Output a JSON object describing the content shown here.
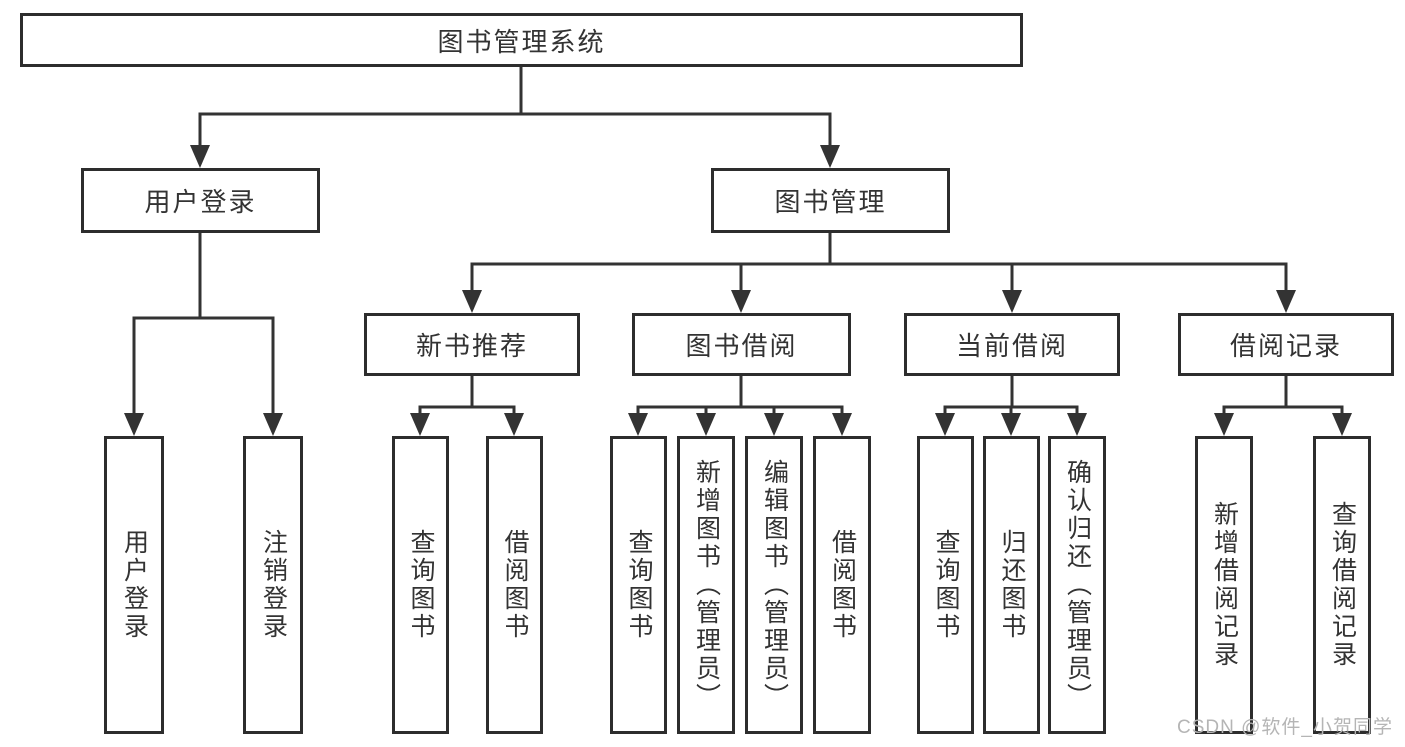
{
  "colors": {
    "line": "#333333",
    "box_border": "#2d2d2d",
    "text": "#333333",
    "watermark": "#b5b5b5",
    "background": "#ffffff"
  },
  "diagram": {
    "root": {
      "label": "图书管理系统"
    },
    "branches": [
      {
        "label": "用户登录",
        "children": [
          {
            "label": "用户登录"
          },
          {
            "label": "注销登录"
          }
        ]
      },
      {
        "label": "图书管理",
        "children": [
          {
            "label": "新书推荐",
            "children": [
              {
                "label": "查询图书"
              },
              {
                "label": "借阅图书"
              }
            ]
          },
          {
            "label": "图书借阅",
            "children": [
              {
                "label": "查询图书"
              },
              {
                "label": "新增图书（管理员）"
              },
              {
                "label": "编辑图书（管理员）"
              },
              {
                "label": "借阅图书"
              }
            ]
          },
          {
            "label": "当前借阅",
            "children": [
              {
                "label": "查询图书"
              },
              {
                "label": "归还图书"
              },
              {
                "label": "确认归还（管理员）"
              }
            ]
          },
          {
            "label": "借阅记录",
            "children": [
              {
                "label": "新增借阅记录"
              },
              {
                "label": "查询借阅记录"
              }
            ]
          }
        ]
      }
    ]
  },
  "watermark": {
    "text": "CSDN @软件_小贺同学"
  }
}
